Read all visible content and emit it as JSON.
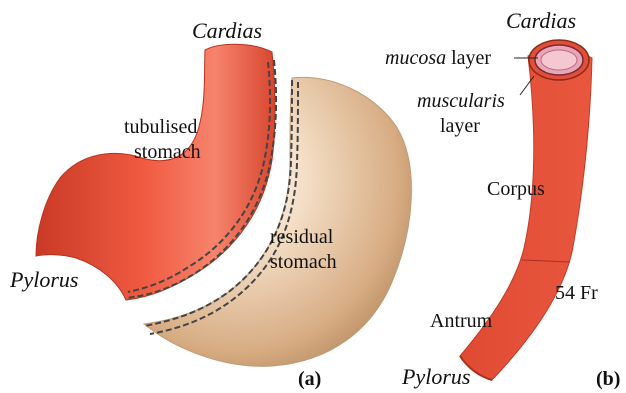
{
  "panel_a": {
    "cardias": "Cardias",
    "pylorus": "Pylorus",
    "tubulised_line1": "tubulised",
    "tubulised_line2": "stomach",
    "residual_line1": "residual",
    "residual_line2": "stomach",
    "caption": "(a)"
  },
  "panel_b": {
    "cardias": "Cardias",
    "mucosa_italic": "mucosa",
    "mucosa_rest": " layer",
    "muscularis_italic": "muscularis",
    "muscularis_line2": "layer",
    "corpus": "Corpus",
    "size": "54 Fr",
    "antrum": "Antrum",
    "pylorus": "Pylorus",
    "caption": "(b)"
  },
  "colors": {
    "tube_red": "#e8533d",
    "tube_dark": "#c23a27",
    "residual_tan": "#e7c6a3",
    "residual_dark": "#b28a68",
    "mucosa_pink": "#e9a6b5",
    "staple_line": "#444444"
  }
}
